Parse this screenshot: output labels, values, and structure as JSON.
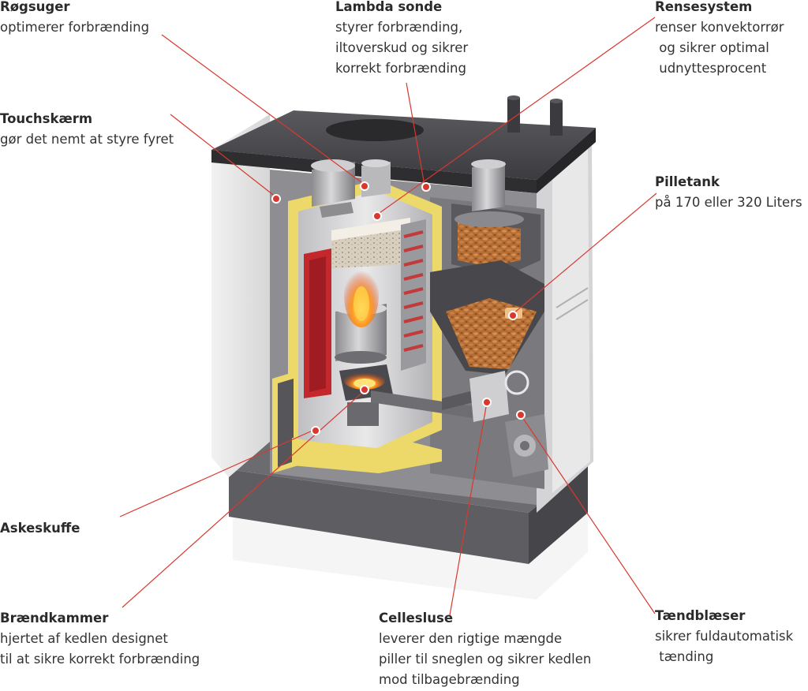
{
  "colors": {
    "accent": "#d9382f",
    "insulation": "#ecd96a",
    "casing": "#e4e4e4",
    "top": "#4a4a4e",
    "base": "#56565a",
    "pellets": "#c07a3e",
    "flame": "#ff7a1a"
  },
  "labels": {
    "rogsuger": {
      "title": "Røgsuger",
      "lines": [
        "optimerer forbrænding"
      ]
    },
    "lambda": {
      "title": "Lambda sonde",
      "lines": [
        "styrer forbrænding,",
        "iltoverskud og sikrer",
        "korrekt forbrænding"
      ]
    },
    "rensesystem": {
      "title": "Rensesystem",
      "lines": [
        "renser konvektorrør",
        " og sikrer optimal",
        " udnyttesprocent"
      ]
    },
    "touch": {
      "title": "Touchskærm",
      "lines": [
        "gør det nemt at styre fyret"
      ]
    },
    "pilletank": {
      "title": "Pilletank",
      "lines": [
        "på 170 eller 320 Liters"
      ]
    },
    "askeskuffe": {
      "title": "Askeskuffe",
      "lines": []
    },
    "braendkammer": {
      "title": "Brændkammer",
      "lines": [
        "hjertet af kedlen designet",
        "til at sikre korrekt forbrænding"
      ]
    },
    "cellesluse": {
      "title": "Cellesluse",
      "lines": [
        "leverer den rigtige mængde",
        "piller til sneglen og sikrer kedlen",
        "mod tilbagebrænding"
      ]
    },
    "taendblaeser": {
      "title": "Tændblæser",
      "lines": [
        "sikrer fuldautomatisk",
        " tænding"
      ]
    }
  }
}
